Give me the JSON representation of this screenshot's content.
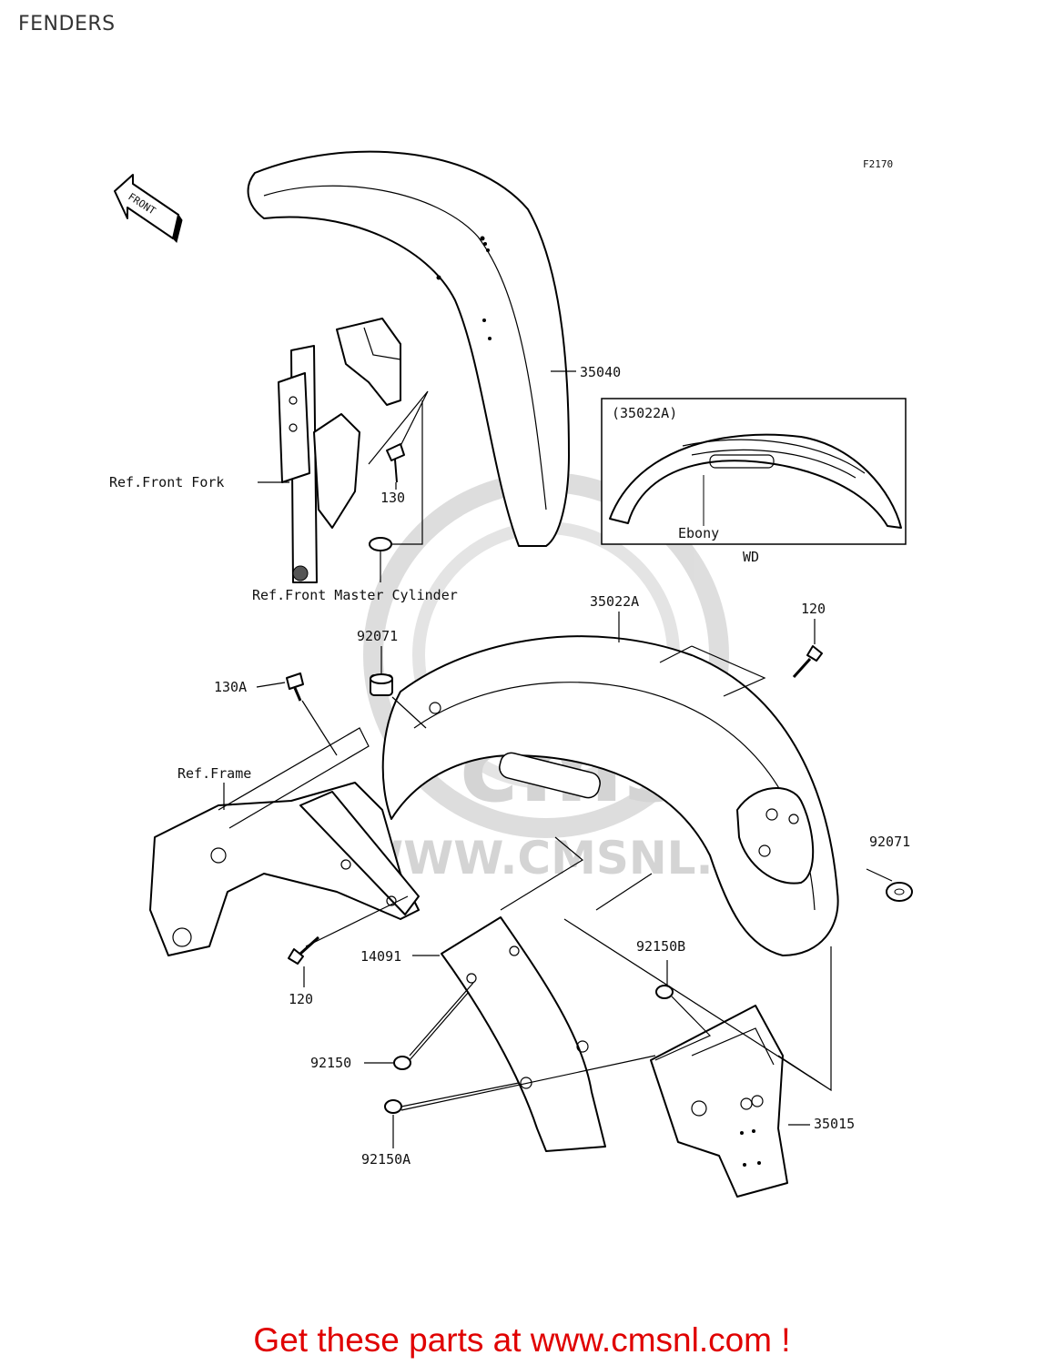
{
  "header": {
    "title": "FENDERS"
  },
  "diagram": {
    "figure_code": "F2170",
    "direction_label": "FRONT",
    "callouts": [
      {
        "id": "front-fender",
        "text": "35040"
      },
      {
        "id": "front-bolt",
        "text": "130"
      },
      {
        "id": "rear-fender",
        "text": "35022A"
      },
      {
        "id": "bolt-120-top",
        "text": "120"
      },
      {
        "id": "washer-92071-left",
        "text": "92071"
      },
      {
        "id": "bolt-130a",
        "text": "130A"
      },
      {
        "id": "washer-92071-right",
        "text": "92071"
      },
      {
        "id": "inner-fender",
        "text": "14091"
      },
      {
        "id": "bolt-92150b",
        "text": "92150B"
      },
      {
        "id": "bolt-92150",
        "text": "92150"
      },
      {
        "id": "bolt-92150a",
        "text": "92150A"
      },
      {
        "id": "plate-35015",
        "text": "35015"
      },
      {
        "id": "bolt-120-bottom",
        "text": "120"
      }
    ],
    "references": {
      "front_fork": "Ref.Front Fork",
      "master_cylinder": "Ref.Front Master Cylinder",
      "frame": "Ref.Frame"
    },
    "inset": {
      "part_number": "(35022A)",
      "color": "Ebony",
      "model": "WD"
    },
    "watermark": {
      "brand": "cms",
      "url": "WWW.CMSNL.COM"
    }
  },
  "footer": {
    "cta": "Get these parts at www.cmsnl.com !"
  },
  "colors": {
    "cta": "#e00000",
    "watermark": "#d0d0d0",
    "line": "#000000"
  }
}
